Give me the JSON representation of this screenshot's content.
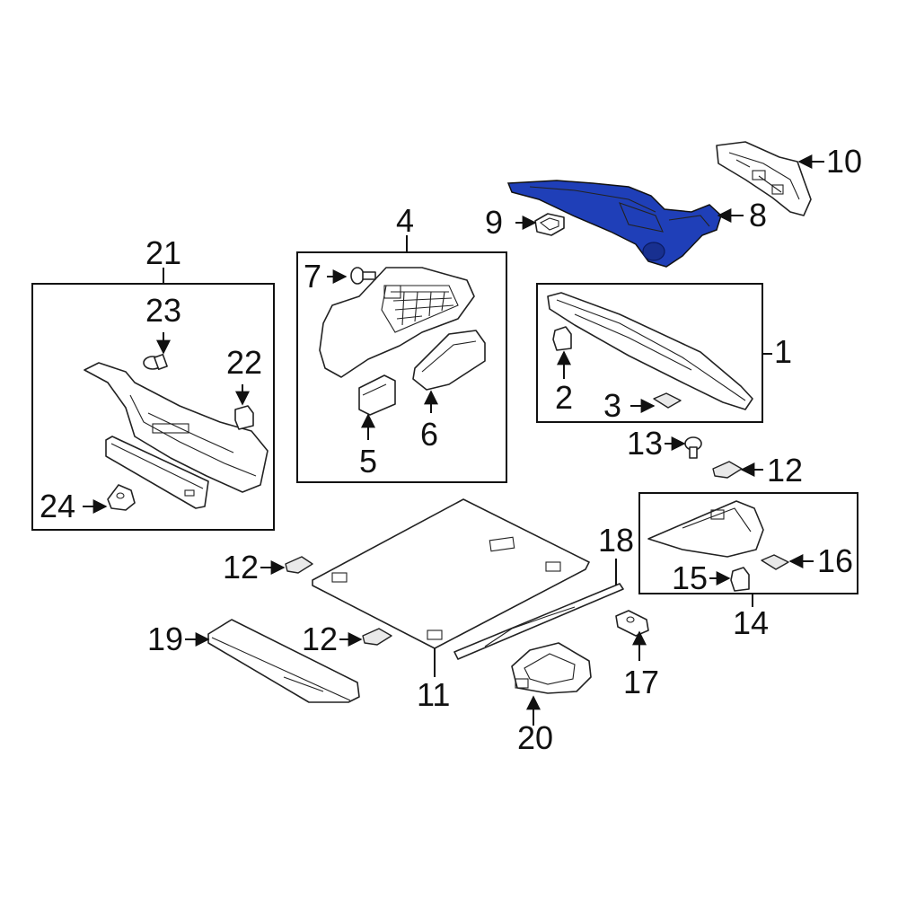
{
  "highlight_color": "#1f3fb8",
  "labels": {
    "n1": "1",
    "n2": "2",
    "n3": "3",
    "n4": "4",
    "n5": "5",
    "n6": "6",
    "n7": "7",
    "n8": "8",
    "n9": "9",
    "n10": "10",
    "n11": "11",
    "n12a": "12",
    "n12b": "12",
    "n12c": "12",
    "n13": "13",
    "n14": "14",
    "n15": "15",
    "n16": "16",
    "n17": "17",
    "n18": "18",
    "n19": "19",
    "n20": "20",
    "n21": "21",
    "n22": "22",
    "n23": "23",
    "n24": "24"
  }
}
